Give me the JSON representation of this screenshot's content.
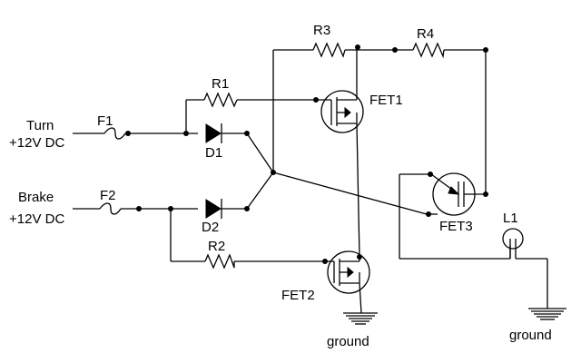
{
  "labels": {
    "turn": "Turn",
    "turn_voltage": "+12V DC",
    "brake": "Brake",
    "brake_voltage": "+12V DC",
    "f1": "F1",
    "f2": "F2",
    "d1": "D1",
    "d2": "D2",
    "r1": "R1",
    "r2": "R2",
    "r3": "R3",
    "r4": "R4",
    "fet1": "FET1",
    "fet2": "FET2",
    "fet3": "FET3",
    "l1": "L1",
    "ground_left": "ground",
    "ground_right": "ground"
  },
  "colors": {
    "line": "#000000",
    "background": "#ffffff"
  }
}
